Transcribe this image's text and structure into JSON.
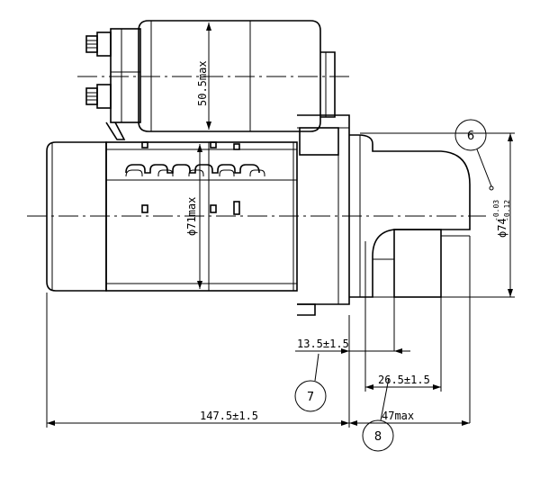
{
  "dimensions": {
    "solenoid_diameter": "50.5max",
    "body_diameter": "ϕ71max",
    "pilot_diameter": "ϕ74",
    "pilot_tol_upper": "-0.03",
    "pilot_tol_lower": "-0.12",
    "dim_13_5": "13.5±1.5",
    "dim_26_5": "26.5±1.5",
    "dim_147_5": "147.5±1.5",
    "dim_47": "47max"
  },
  "callouts": {
    "c6": "6",
    "c7": "7",
    "c8": "8"
  }
}
